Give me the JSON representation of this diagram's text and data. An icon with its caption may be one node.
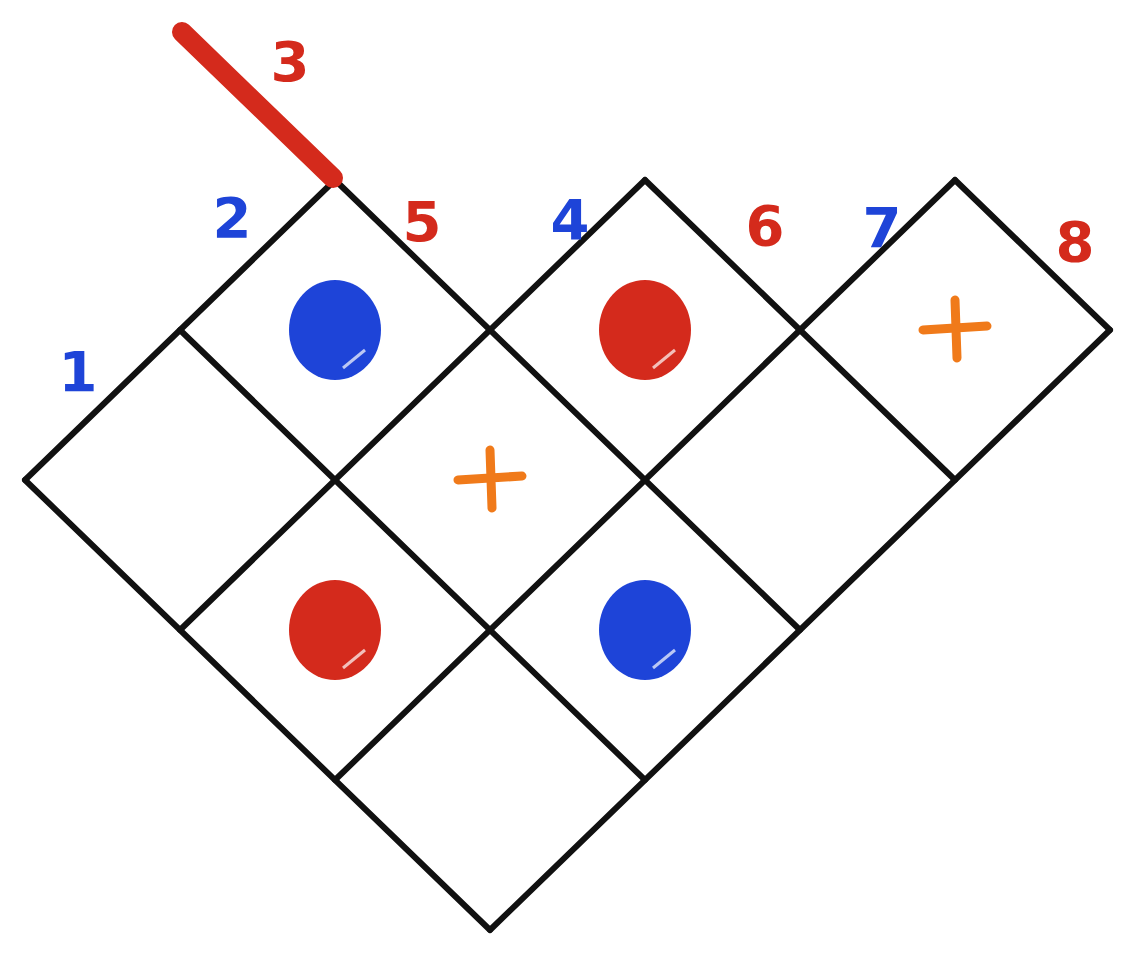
{
  "diagram": {
    "labels": [
      "1",
      "2",
      "3",
      "5",
      "4",
      "6",
      "7",
      "8"
    ]
  }
}
